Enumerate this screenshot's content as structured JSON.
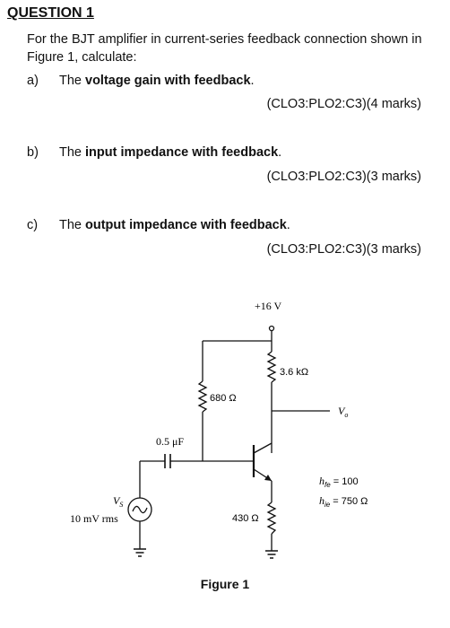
{
  "heading": "QUESTION 1",
  "intro": "For the BJT amplifier in current-series feedback connection shown in Figure 1, calculate:",
  "parts": [
    {
      "letter": "a)",
      "prefix": "The ",
      "bold": "voltage gain with feedback",
      "suffix": ".",
      "marks": "(CLO3:PLO2:C3)(4 marks)"
    },
    {
      "letter": "b)",
      "prefix": "The ",
      "bold": "input impedance with feedback",
      "suffix": ".",
      "marks": "(CLO3:PLO2:C3)(3 marks)"
    },
    {
      "letter": "c)",
      "prefix": "The ",
      "bold": "output impedance with feedback",
      "suffix": ".",
      "marks": "(CLO3:PLO2:C3)(3 marks)"
    }
  ],
  "circuit": {
    "supply": "+16 V",
    "rc": "3.6 kΩ",
    "rb": "680 Ω",
    "re": "430 Ω",
    "cap": "0.5 μF",
    "vs_symbol": "V",
    "vs_sub": "S",
    "vs_value": "10 mV rms",
    "vo_symbol": "V",
    "vo_sub": "o",
    "hfe_sym": "h",
    "hfe_sub": "fe",
    "hfe_val": " = 100",
    "hie_sym": "h",
    "hie_sub": "ie",
    "hie_val": " = 750 Ω"
  },
  "figure_caption": "Figure 1"
}
